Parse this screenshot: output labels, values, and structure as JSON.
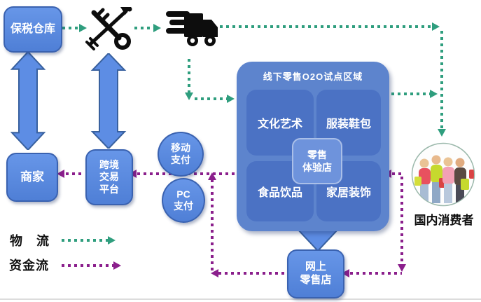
{
  "big_box": {
    "title": "线下零售O2O试点区域",
    "zones": [
      {
        "label": "文化艺术"
      },
      {
        "label": "服装鞋包"
      },
      {
        "label": "食品饮品"
      },
      {
        "label": "家居装饰"
      }
    ],
    "center_store": {
      "lines": [
        "零售",
        "体验店"
      ]
    }
  },
  "nodes": {
    "bonded_warehouse": "保税仓库",
    "merchant": "商家",
    "platform": {
      "lines": [
        "跨境",
        "交易",
        "平台"
      ]
    },
    "mobile_pay": {
      "lines": [
        "移动",
        "支付"
      ]
    },
    "pc_pay": {
      "lines": [
        "PC",
        "支付"
      ]
    },
    "online_store": {
      "lines": [
        "网上",
        "零售店"
      ]
    },
    "consumer_label": "国内消费者"
  },
  "icons": {
    "customs": "customs-emblem-icon",
    "truck": "delivery-truck-icon",
    "consumer": "shoppers-photo"
  },
  "legend": {
    "logistics_label": "物　流",
    "capital_label": "资金流"
  },
  "colors": {
    "node_blue": "#5d8de4",
    "node_border_blue": "#3a62b0",
    "big_box_blue": "#5d84cd",
    "zone_blue": "#4b72c4",
    "center_box_blue": "#6e93dc",
    "logistics_green": "#2f9e7e",
    "capital_purple": "#8b1f8c"
  }
}
